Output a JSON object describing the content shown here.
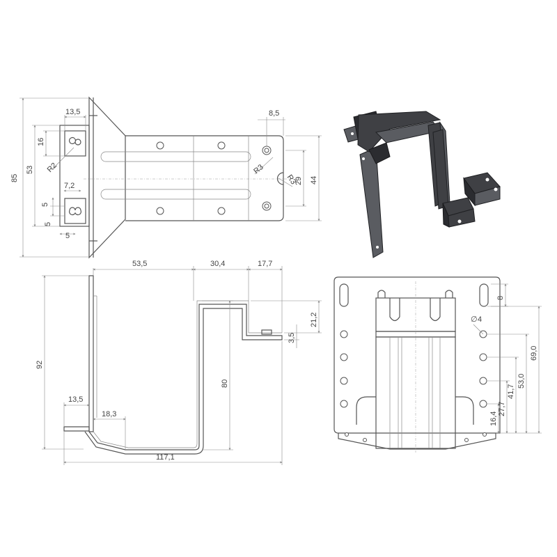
{
  "top_view": {
    "dims": [
      "13,5",
      "16",
      "53",
      "85",
      "R2",
      "7,2",
      "5",
      "5",
      "5",
      "8,5",
      "R3",
      "R3",
      "29",
      "44"
    ]
  },
  "side_view": {
    "dims": [
      "53,5",
      "30,4",
      "17,7",
      "21,2",
      "3,5",
      "92",
      "80",
      "13,5",
      "18,3",
      "117,1"
    ]
  },
  "front_view": {
    "dims": [
      "8",
      "4",
      "69,0",
      "53,0",
      "41,7",
      "27,7",
      "16,4"
    ]
  }
}
